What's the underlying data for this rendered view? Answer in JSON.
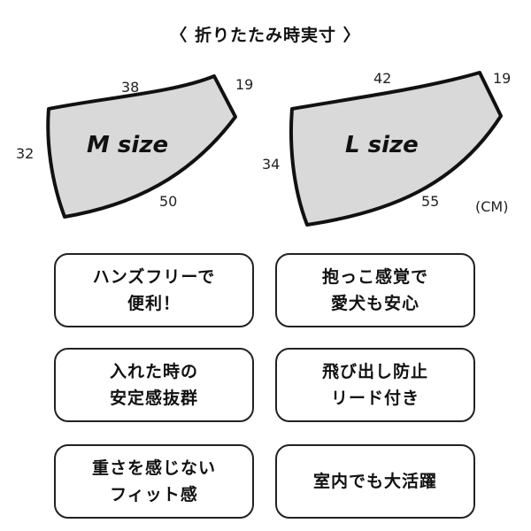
{
  "title": "〈 折りたたみ時実寸 〉",
  "m_size": {
    "label": "M size",
    "top": "38",
    "side": "19",
    "left": "32",
    "bottom": "50"
  },
  "l_size": {
    "label": "L size",
    "top": "42",
    "side": "19",
    "left": "34",
    "bottom": "55"
  },
  "unit": "(CM)",
  "features": [
    "ハンズフリーで\n便利！",
    "抱っこ感覚で\n愛犬も安心",
    "入れた時の\n安定感抜群",
    "飛び出し防止\nリード付き",
    "重さを感じない\nフィット感",
    "室内でも大活躍"
  ],
  "colors": {
    "shape_fill": "#d9d9d9",
    "outline": "#111111"
  }
}
